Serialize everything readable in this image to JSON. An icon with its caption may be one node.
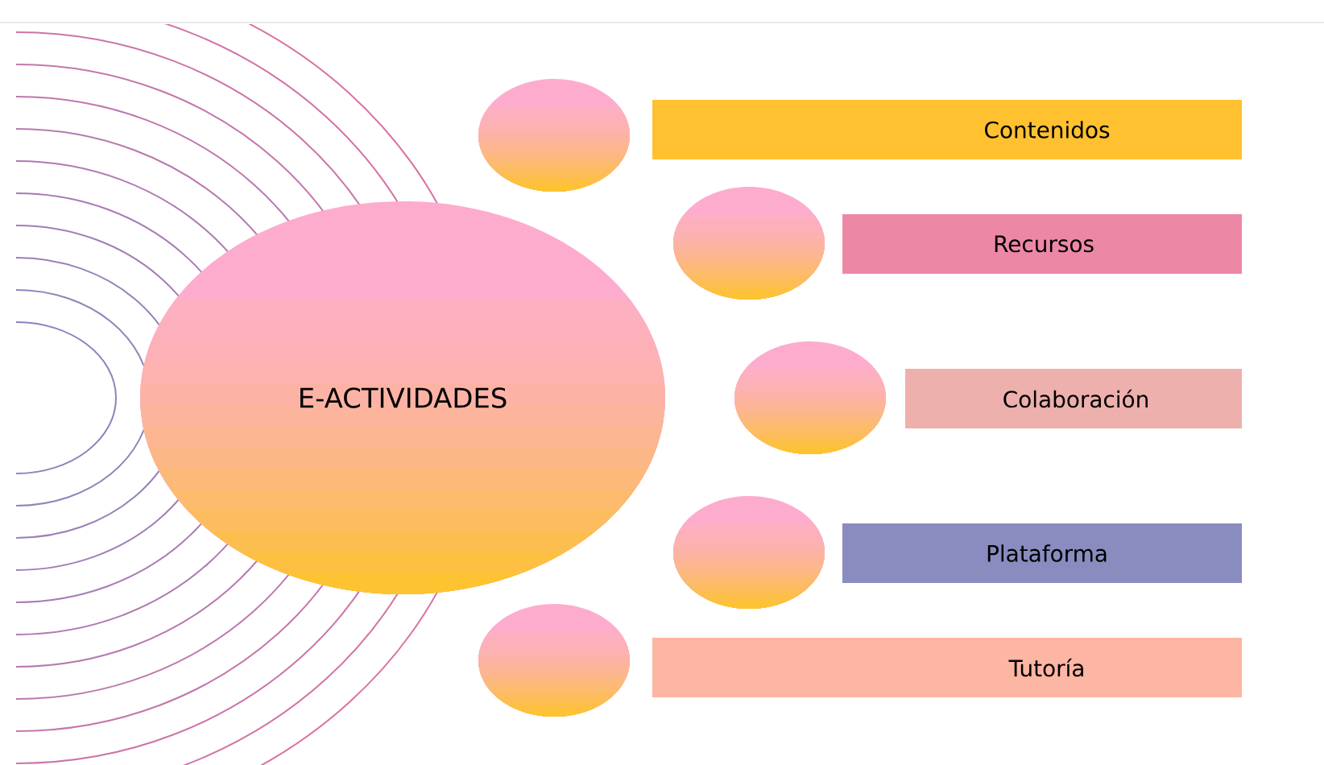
{
  "diagram": {
    "nodes": [
      {
        "text": [
          "E-ACTIVIDADES"
        ]
      },
      {
        "text": [],
        "shape": "circle"
      },
      {
        "text": [
          "Contenidos"
        ]
      },
      {
        "text": [],
        "shape": "circle"
      },
      {
        "text": [
          "Recursos"
        ]
      },
      {
        "text": [],
        "shape": "circle"
      },
      {
        "text": [
          "Colaboración"
        ]
      },
      {
        "text": [],
        "shape": "circle"
      },
      {
        "text": [
          "Plataforma"
        ]
      },
      {
        "text": [],
        "shape": "circle"
      },
      {
        "text": [
          "Tutoría"
        ]
      }
    ]
  }
}
